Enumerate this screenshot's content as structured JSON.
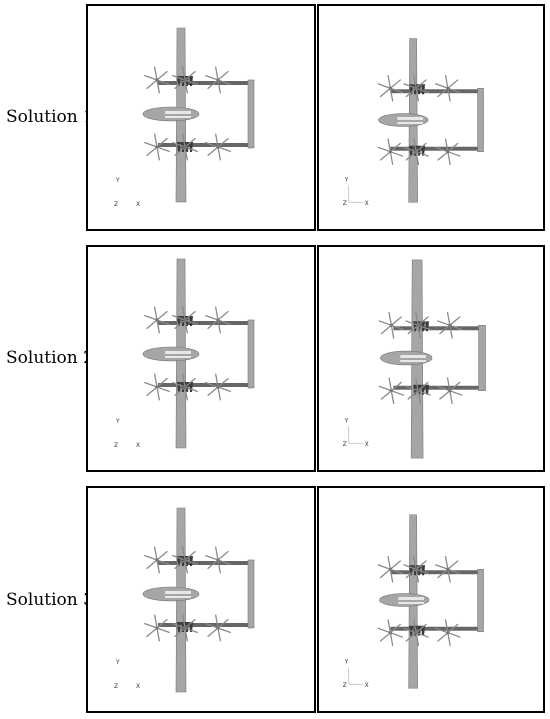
{
  "rows": [
    {
      "label": "Solution 1"
    },
    {
      "label": "Solution 2"
    },
    {
      "label": "Solution 3"
    }
  ],
  "axes": {
    "y": "Y",
    "z": "Z",
    "x": "X"
  },
  "colors": {
    "aircraft": "#a6a6a6",
    "boom": "#666666",
    "stroke": "#8a8a8a",
    "border": "#000000"
  }
}
